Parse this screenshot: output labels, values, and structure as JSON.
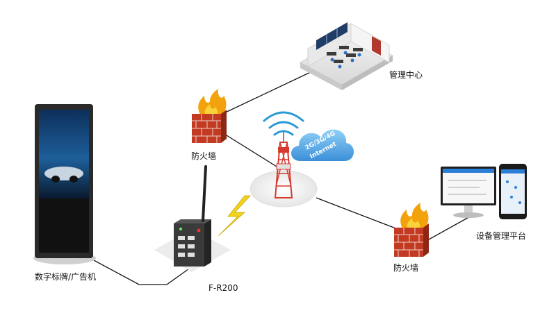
{
  "nodes": {
    "control_center": {
      "label": "管理中心"
    },
    "firewall_top": {
      "label": "防火墙"
    },
    "firewall_right": {
      "label": "防火墙"
    },
    "device_platform": {
      "label": "设备管理平台"
    },
    "signage": {
      "label": "数字标牌/广告机"
    },
    "router": {
      "label": "F-R200"
    },
    "cloud": {
      "text_line1": "2G/3G/4G",
      "text_line2": "Internet"
    }
  },
  "colors": {
    "line": "#111111",
    "brick": "#c23a22",
    "flame": "#f2a20c",
    "cloud": "#5aa9e6",
    "wifi": "#2a9ad6",
    "bolt": "#f2d21a",
    "tower": "#d63a2e"
  },
  "icons": [
    "building-icon",
    "firewall-icon",
    "tower-icon",
    "cloud-icon",
    "wifi-icon",
    "lightning-icon",
    "router-icon",
    "signage-icon",
    "monitor-icon",
    "phone-icon"
  ]
}
